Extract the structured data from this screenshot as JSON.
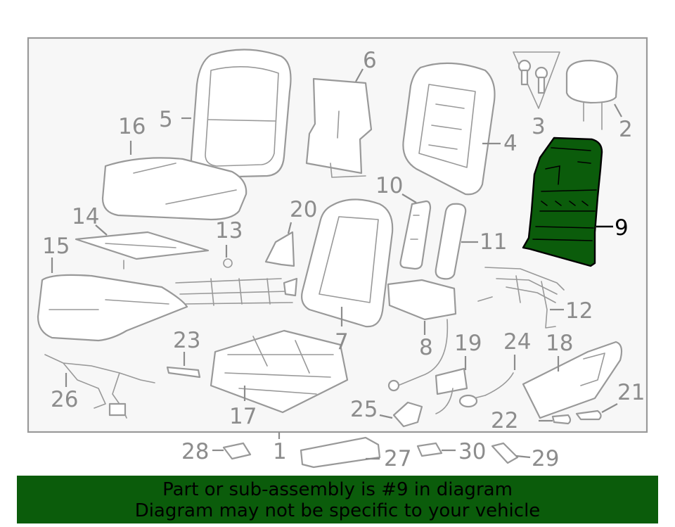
{
  "highlight_color": "#0b5c0b",
  "highlighted_part": "9",
  "callouts": {
    "c1": "1",
    "c2": "2",
    "c3": "3",
    "c4": "4",
    "c5": "5",
    "c6": "6",
    "c7": "7",
    "c8": "8",
    "c9": "9",
    "c10": "10",
    "c11": "11",
    "c12": "12",
    "c13": "13",
    "c14": "14",
    "c15": "15",
    "c16": "16",
    "c17": "17",
    "c18": "18",
    "c19": "19",
    "c20": "20",
    "c21": "21",
    "c22": "22",
    "c23": "23",
    "c24": "24",
    "c25": "25",
    "c26": "26",
    "c27": "27",
    "c28": "28",
    "c29": "29",
    "c30": "30"
  },
  "banner": {
    "line1": "Part or sub-assembly is #9 in diagram",
    "line2": "Diagram may not be specific to your vehicle"
  }
}
